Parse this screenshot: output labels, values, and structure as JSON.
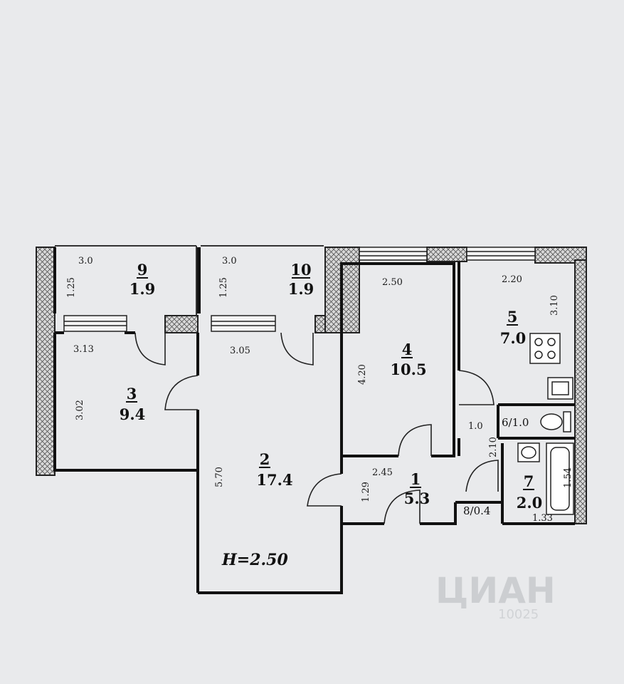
{
  "height_label": "H=2.50",
  "rooms": [
    {
      "id": "1",
      "area": "5.3"
    },
    {
      "id": "2",
      "area": "17.4"
    },
    {
      "id": "3",
      "area": "9.4"
    },
    {
      "id": "4",
      "area": "10.5"
    },
    {
      "id": "5",
      "area": "7.0"
    },
    {
      "id": "6",
      "label": "6/1.0"
    },
    {
      "id": "7",
      "area": "2.0"
    },
    {
      "id": "8",
      "label": "8/0.4"
    },
    {
      "id": "9",
      "area": "1.9"
    },
    {
      "id": "10",
      "area": "1.9"
    }
  ],
  "dimensions": [
    "3.0",
    "1.25",
    "3.0",
    "1.25",
    "2.50",
    "2.20",
    "3.10",
    "3.13",
    "3.05",
    "3.02",
    "4.20",
    "1.0",
    "2.10",
    "2.45",
    "1.29",
    "5.70",
    "1.54",
    "1.33"
  ],
  "watermark": {
    "brand": "ЦИАН",
    "code": "10025"
  }
}
